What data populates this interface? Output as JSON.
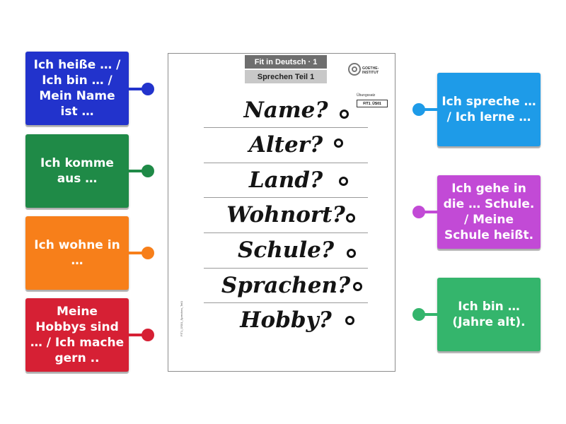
{
  "cards_left": [
    {
      "label": "Ich heiße … / Ich bin … / Mein Name ist …",
      "color": "#2233cc"
    },
    {
      "label": "Ich komme aus …",
      "color": "#1f8a47"
    },
    {
      "label": "Ich wohne in …",
      "color": "#f77f1a"
    },
    {
      "label": "Meine Hobbys sind … / Ich mache gern ..",
      "color": "#d62034"
    }
  ],
  "cards_right": [
    {
      "label": "Ich spreche … / Ich lerne …",
      "color": "#1e9be8"
    },
    {
      "label": "Ich gehe in die … Schule. / Meine Schule heißt.",
      "color": "#c24ad6"
    },
    {
      "label": "Ich bin … (Jahre alt).",
      "color": "#34b56c"
    }
  ],
  "sheet": {
    "header_top": "Fit in Deutsch · 1",
    "header_bottom": "Sprechen Teil 1",
    "logo_text": "GOETHE-INSTITUT",
    "ubungssatz_label": "Übungssatz",
    "code": "FIT1_ÜS01",
    "footer_vertical": "FIT1_ÜS01_Sprechen_Teil1",
    "questions": [
      "Name?",
      "Alter?",
      "Land?",
      "Wohnort?",
      "Schule?",
      "Sprachen?",
      "Hobby?"
    ]
  }
}
